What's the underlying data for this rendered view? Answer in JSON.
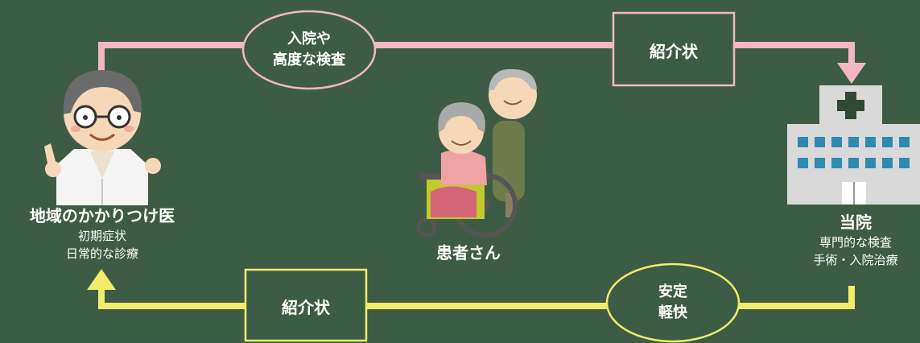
{
  "colors": {
    "background": "#3d5c45",
    "pink_route": "#f2b6c5",
    "yellow_route": "#f2ec6a",
    "text": "#ffffff"
  },
  "top_route": {
    "oval_line1": "入院や",
    "oval_line2": "高度な検査",
    "box_label": "紹介状"
  },
  "bottom_route": {
    "box_label": "紹介状",
    "oval_line1": "安定",
    "oval_line2": "軽快"
  },
  "doctor": {
    "title": "地域のかかりつけ医",
    "line1": "初期症状",
    "line2": "日常的な診療"
  },
  "patient": {
    "label": "患者さん"
  },
  "hospital": {
    "title": "当院",
    "line1": "専門的な検査",
    "line2": "手術・入院治療"
  },
  "icons": [
    "doctor-illustration",
    "patients-wheelchair-illustration",
    "hospital-building-icon"
  ]
}
